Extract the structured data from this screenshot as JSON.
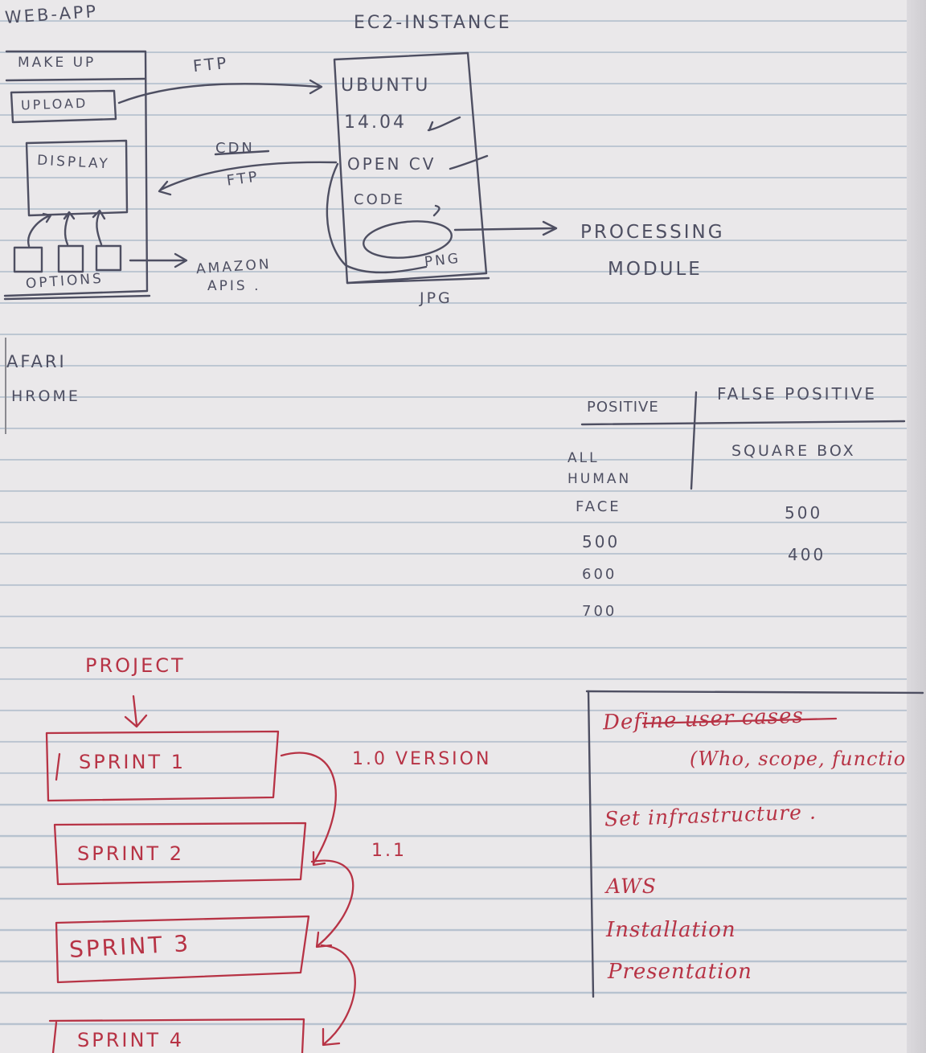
{
  "ink_color": "#4e4f62",
  "red_ink_color": "#b73345",
  "paper_color": "#eae8ea",
  "rule_color": "#b7c2cf",
  "web_app": {
    "title": "WEB-APP",
    "makeup": "MAKE UP",
    "upload": "UPLOAD",
    "display": "DISPLAY",
    "options": "OPTIONS"
  },
  "ec2": {
    "title": "EC2-INSTANCE",
    "ubuntu": "UBUNTU",
    "version": "14.04",
    "opencv": "OPEN CV",
    "code": "CODE",
    "png": "PNG",
    "jpg": "JPG"
  },
  "connections": {
    "ftp_upload": "FTP",
    "cdn_struck": "CDN",
    "ftp_return": "FTP",
    "amazon": "AMAZON",
    "apis": "APIS ."
  },
  "processing": {
    "line1": "PROCESSING",
    "line2": "MODULE"
  },
  "browsers": [
    "AFARI",
    "HROME"
  ],
  "table": {
    "col_positive": "POSITIVE",
    "col_false_positive": "FALSE POSITIVE",
    "row_label": [
      "ALL",
      "HUMAN",
      "FACE"
    ],
    "false_label": "SQUARE BOX",
    "positive_values": [
      "500",
      "600",
      "700"
    ],
    "false_values": [
      "500",
      "400"
    ]
  },
  "project": {
    "title": "PROJECT",
    "sprints": [
      "SPRINT 1",
      "SPRINT 2",
      "SPRINT 3",
      "SPRINT 4"
    ],
    "version_1": "1.0 VERSION",
    "version_2": "1.1"
  },
  "notes": {
    "line1": "Define user cases",
    "line2": "(Who, scope, functio",
    "line3": "Set infrastructure .",
    "line4": "AWS",
    "line5": "Installation",
    "line6": "Presentation"
  }
}
